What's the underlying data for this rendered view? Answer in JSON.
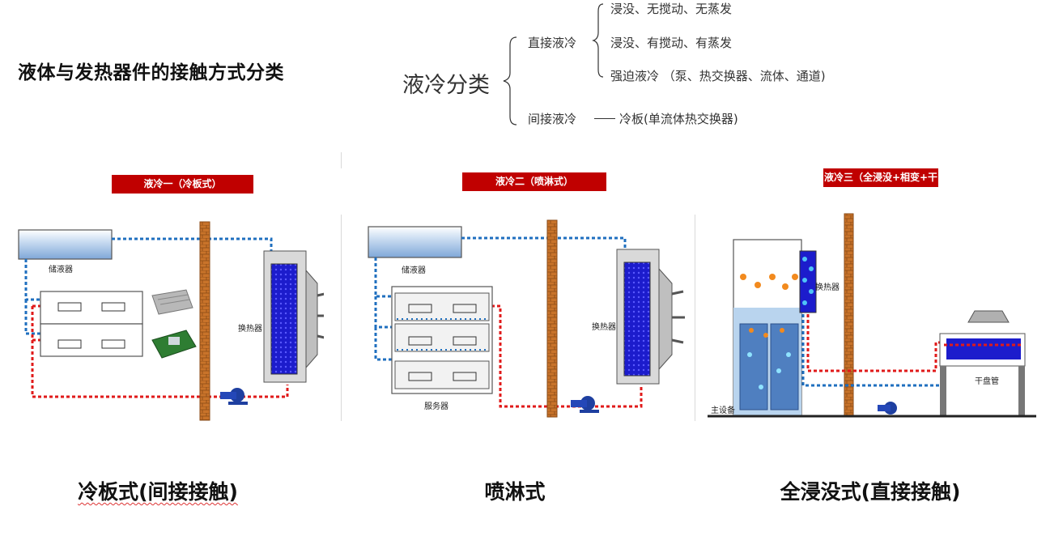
{
  "page_title": "液体与发热器件的接触方式分类",
  "tree": {
    "root": "液冷分类",
    "direct": {
      "label": "直接液冷",
      "items": [
        "浸没、无搅动、无蒸发",
        "浸没、有搅动、有蒸发",
        "强迫液冷 （泵、热交换器、流体、通道)"
      ]
    },
    "indirect": {
      "label": "间接液冷",
      "item": "冷板(单流体热交换器)"
    }
  },
  "panels": [
    {
      "banner": "液冷一（冷板式）",
      "reservoir_label": "储液器",
      "exchanger_label": "换热器",
      "caption": "冷板式(间接接触)"
    },
    {
      "banner": "液冷二（喷淋式）",
      "reservoir_label": "储液器",
      "exchanger_label": "换热器",
      "server_label": "服务器",
      "caption": "喷淋式"
    },
    {
      "banner": "液冷三（全浸没+相变+干冷）",
      "exchanger_label": "换热器",
      "main_device_label": "主设备",
      "dry_cooler_label": "干盘管",
      "caption": "全浸没式(直接接触)"
    }
  ],
  "colors": {
    "banner": "#c00000",
    "hot_pipe": "#e01a1a",
    "cold_pipe": "#1f6fbf",
    "wall": "#c8732a",
    "coolant": "#1c1ccc"
  }
}
